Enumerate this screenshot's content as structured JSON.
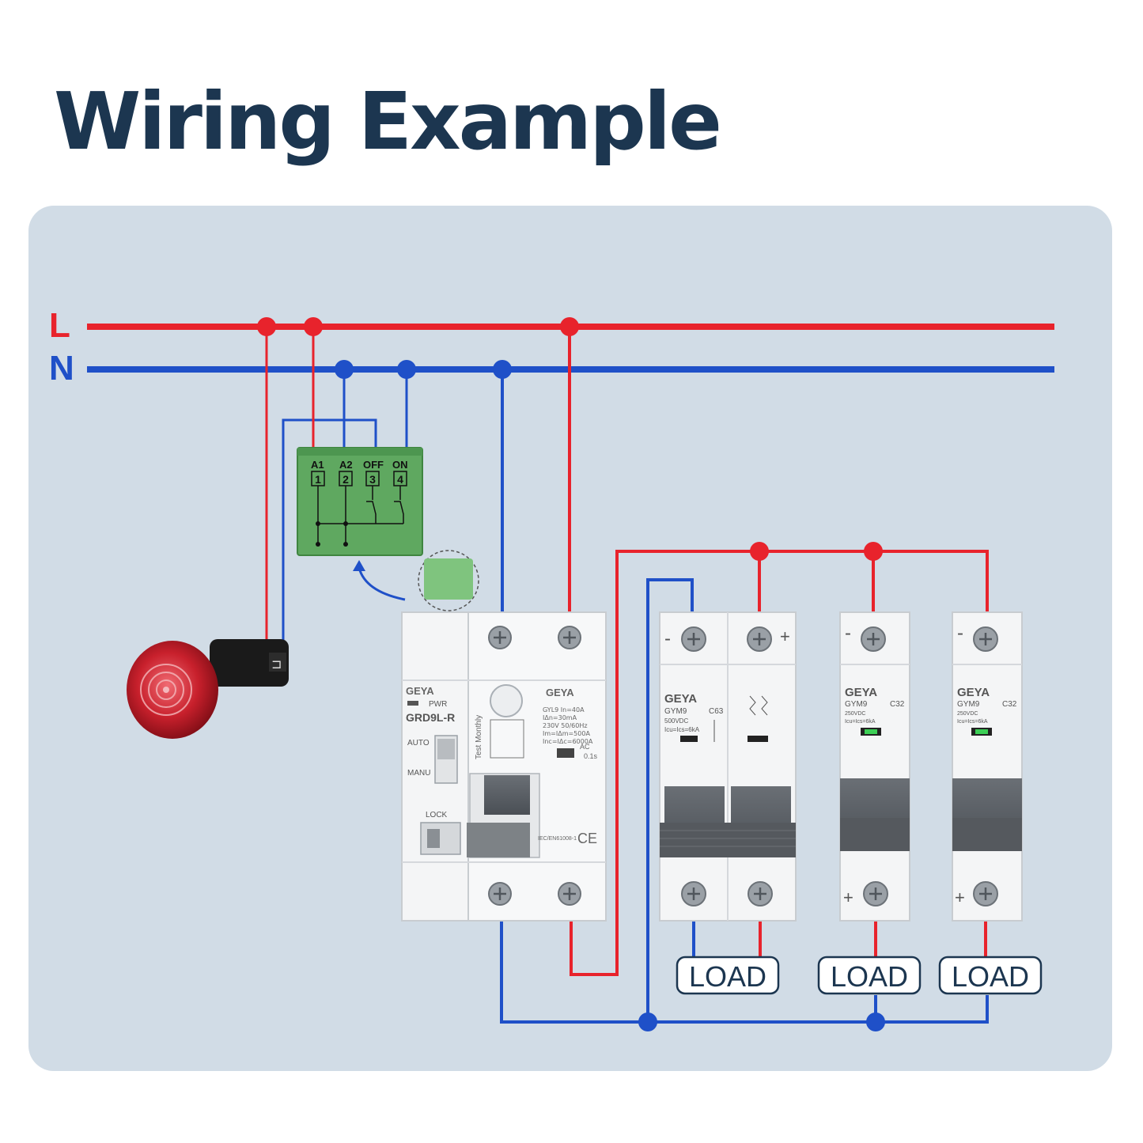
{
  "title": "Wiring Example",
  "colors": {
    "line_L": "#e8232c",
    "line_N": "#1f50c8",
    "title": "#1c3650",
    "panel": "#d1dce6"
  },
  "rails": {
    "L": "L",
    "N": "N"
  },
  "relay_module": {
    "terminals": [
      {
        "name": "A1",
        "num": "1"
      },
      {
        "name": "A2",
        "num": "2"
      },
      {
        "name": "OFF",
        "num": "3"
      },
      {
        "name": "ON",
        "num": "4"
      }
    ]
  },
  "rcbo": {
    "brand": "GEYA",
    "pwr": "PWR",
    "model": "GRD9L-R",
    "auto": "AUTO",
    "manu": "MANU",
    "lock": "LOCK",
    "test": "Test Monthly",
    "spec_brand": "GEYA",
    "spec_lines": [
      "GYL9   In=40A",
      "IΔn=30mA",
      "230V  50/60Hz",
      "Im=IΔm=500A",
      "Inc=IΔc=6000A"
    ],
    "spec_ac": "AC",
    "spec_time": "0.1s",
    "standard": "IEC/EN61008-1",
    "ce": "CE"
  },
  "dc_breaker_2p": {
    "brand": "GEYA",
    "model": "GYM9",
    "rating": "C63",
    "voltage": "500VDC",
    "icu": "Icu=Ics=6kA",
    "minus": "-",
    "plus": "+"
  },
  "dc_breakers_1p": [
    {
      "brand": "GEYA",
      "model": "GYM9",
      "rating": "C32",
      "voltage": "250VDC",
      "icu": "Icu=Ics=6kA",
      "top_sign": "-",
      "bottom_sign": "+"
    },
    {
      "brand": "GEYA",
      "model": "GYM9",
      "rating": "C32",
      "voltage": "250VDC",
      "icu": "Icu=Ics=6kA",
      "top_sign": "-",
      "bottom_sign": "+"
    }
  ],
  "loads": [
    "LOAD",
    "LOAD",
    "LOAD"
  ]
}
